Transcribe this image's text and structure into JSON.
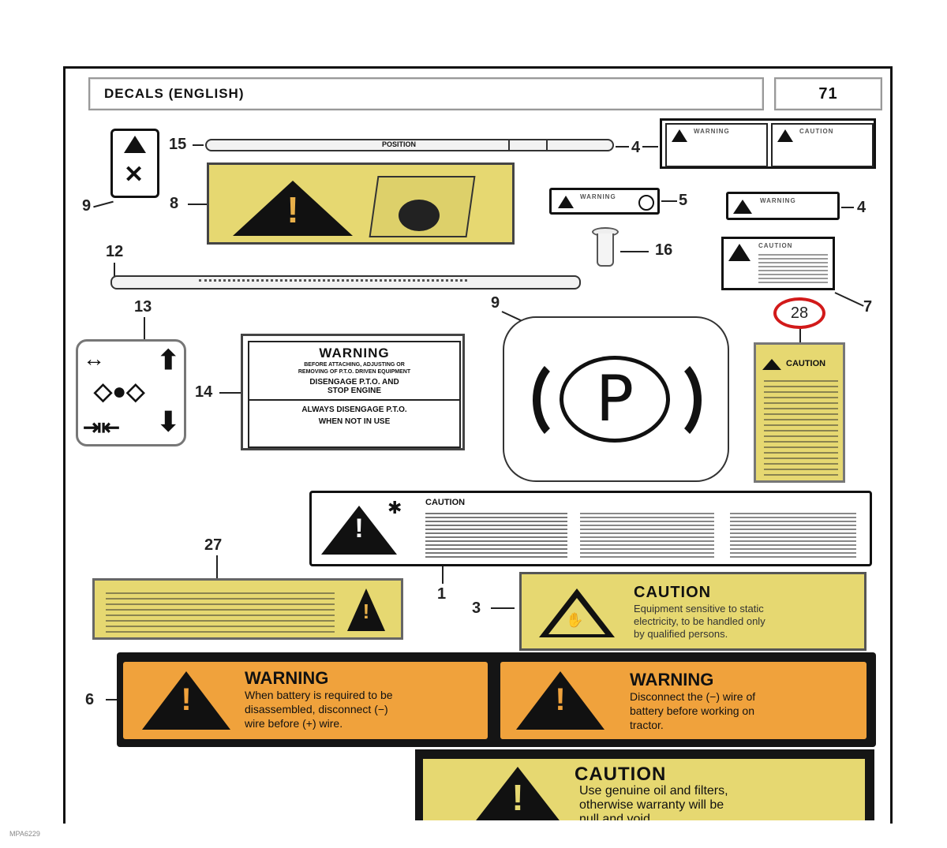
{
  "header": {
    "title": "DECALS (ENGLISH)",
    "page_number": "71"
  },
  "callouts": {
    "c15": "15",
    "c9_top": "9",
    "c8": "8",
    "c4_top": "4",
    "c5": "5",
    "c4_mid": "4",
    "c12": "12",
    "c16": "16",
    "c7": "7",
    "c13": "13",
    "c9_mid": "9",
    "c28": "28",
    "c14": "14",
    "c27": "27",
    "c1": "1",
    "c3": "3",
    "c6": "6"
  },
  "decals": {
    "d14": {
      "heading": "WARNING",
      "line1": "BEFORE ATTACHING, ADJUSTING OR",
      "line2": "REMOVING OF P.T.O. DRIVEN EQUIPMENT",
      "line3": "DISENGAGE P.T.O. AND",
      "line4": "STOP ENGINE",
      "line5": "ALWAYS DISENGAGE P.T.O.",
      "line6": "WHEN NOT IN USE"
    },
    "d28": {
      "heading": "CAUTION"
    },
    "d1": {
      "heading": "CAUTION"
    },
    "d3": {
      "heading": "CAUTION",
      "line1": "Equipment sensitive to static",
      "line2": "electricity, to be handled only",
      "line3": "by qualified persons."
    },
    "d6a": {
      "heading": "WARNING",
      "line1": "When battery is required to be",
      "line2": "disassembled, disconnect (−)",
      "line3": "wire before (+) wire."
    },
    "d6b": {
      "heading": "WARNING",
      "line1": "Disconnect the (−) wire of",
      "line2": "battery before working on",
      "line3": "tractor."
    },
    "d_bottom": {
      "heading": "CAUTION",
      "line1": "Use genuine oil and filters,",
      "line2": "otherwise warranty will be",
      "line3": "null and void."
    },
    "d7": {
      "heading": "CAUTION"
    },
    "d4": {
      "heading": "WARNING"
    },
    "d5": {
      "heading": "WARNING"
    },
    "d_top_a": {
      "heading": "WARNING"
    },
    "d_top_b": {
      "heading": "CAUTION"
    },
    "strip15": {
      "text": "POSITION"
    },
    "parking": {
      "symbol": "P"
    }
  },
  "footer": {
    "code": "MPA6229"
  },
  "colors": {
    "decal_yellow": "#e6d871",
    "decal_orange": "#f0a23c",
    "highlight_circle": "#d21a1a"
  }
}
